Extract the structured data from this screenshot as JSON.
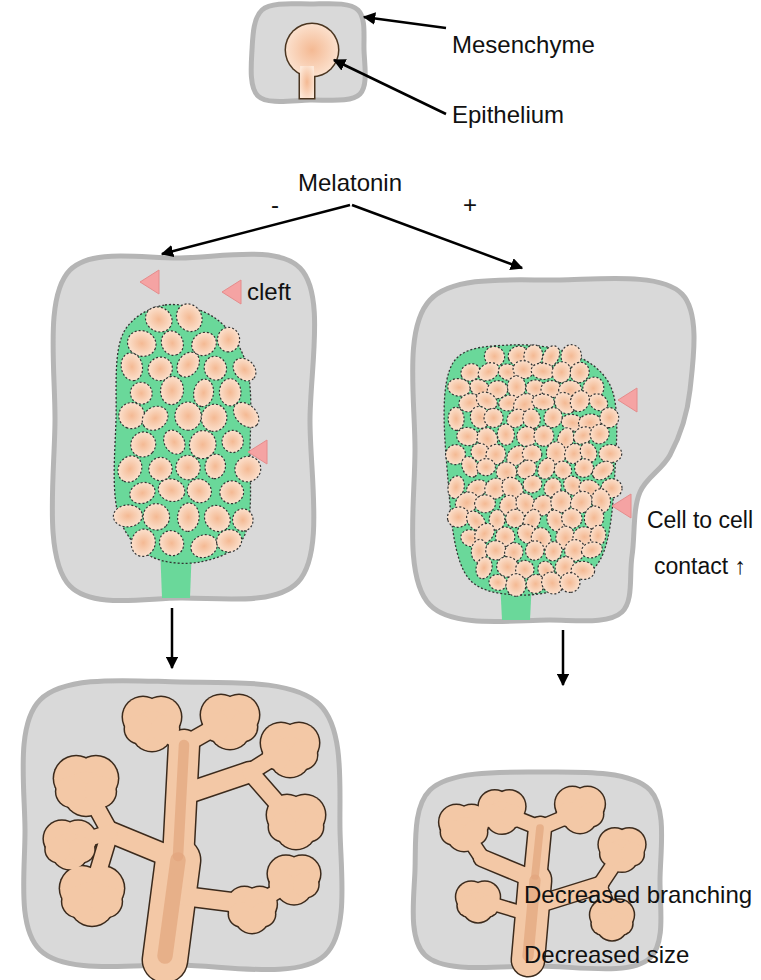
{
  "diagram": {
    "labels": [
      "Mesenchyme",
      "Epithelium",
      "Melatonin",
      "-",
      "+",
      "cleft",
      "Cell to cell contact ↑",
      "Decreased branching",
      "Decreased size"
    ]
  }
}
